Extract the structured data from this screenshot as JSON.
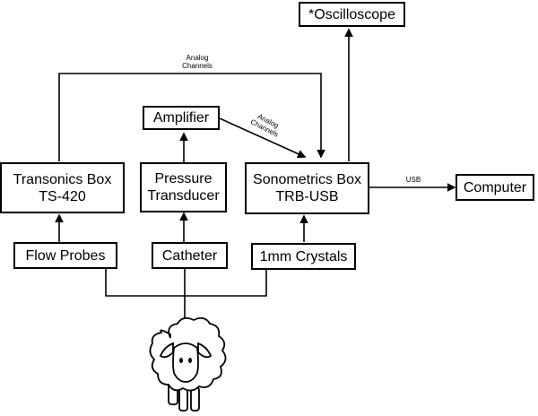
{
  "diagram": {
    "nodes": {
      "oscilloscope": {
        "label": "*Oscilloscope"
      },
      "amplifier": {
        "label": "Amplifier"
      },
      "transonics": {
        "line1": "Transonics Box",
        "line2": "TS-420"
      },
      "pressure": {
        "line1": "Pressure",
        "line2": "Transducer"
      },
      "sonometrics": {
        "line1": "Sonometrics Box",
        "line2": "TRB-USB"
      },
      "computer": {
        "label": "Computer"
      },
      "flow_probes": {
        "label": "Flow Probes"
      },
      "catheter": {
        "label": "Catheter"
      },
      "crystals": {
        "label": "1mm Crystals"
      },
      "subject": {
        "icon": "sheep-icon"
      }
    },
    "edge_labels": {
      "analog_top": {
        "line1": "Analog",
        "line2": "Channels"
      },
      "analog_diag": {
        "line1": "Analog",
        "line2": "Channels"
      },
      "usb": "USB"
    },
    "edges": [
      {
        "from": "sheep",
        "to": "flow_probes"
      },
      {
        "from": "sheep",
        "to": "catheter"
      },
      {
        "from": "sheep",
        "to": "crystals"
      },
      {
        "from": "flow_probes",
        "to": "transonics"
      },
      {
        "from": "catheter",
        "to": "pressure"
      },
      {
        "from": "crystals",
        "to": "sonometrics"
      },
      {
        "from": "pressure",
        "to": "amplifier"
      },
      {
        "from": "amplifier",
        "to": "sonometrics",
        "label": "Analog Channels"
      },
      {
        "from": "transonics",
        "to": "sonometrics",
        "label": "Analog Channels"
      },
      {
        "from": "sonometrics",
        "to": "computer",
        "label": "USB"
      },
      {
        "from": "sonometrics",
        "to": "oscilloscope"
      }
    ]
  }
}
